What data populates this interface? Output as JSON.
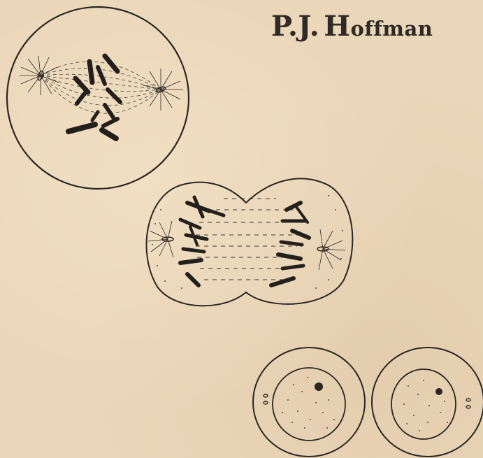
{
  "illustration": {
    "author_signature": {
      "initials": "P.J.",
      "surname_capital": "H",
      "surname_rest": "offman"
    },
    "ink_color": "#2b2622",
    "paper_color": "#ead6b8"
  }
}
